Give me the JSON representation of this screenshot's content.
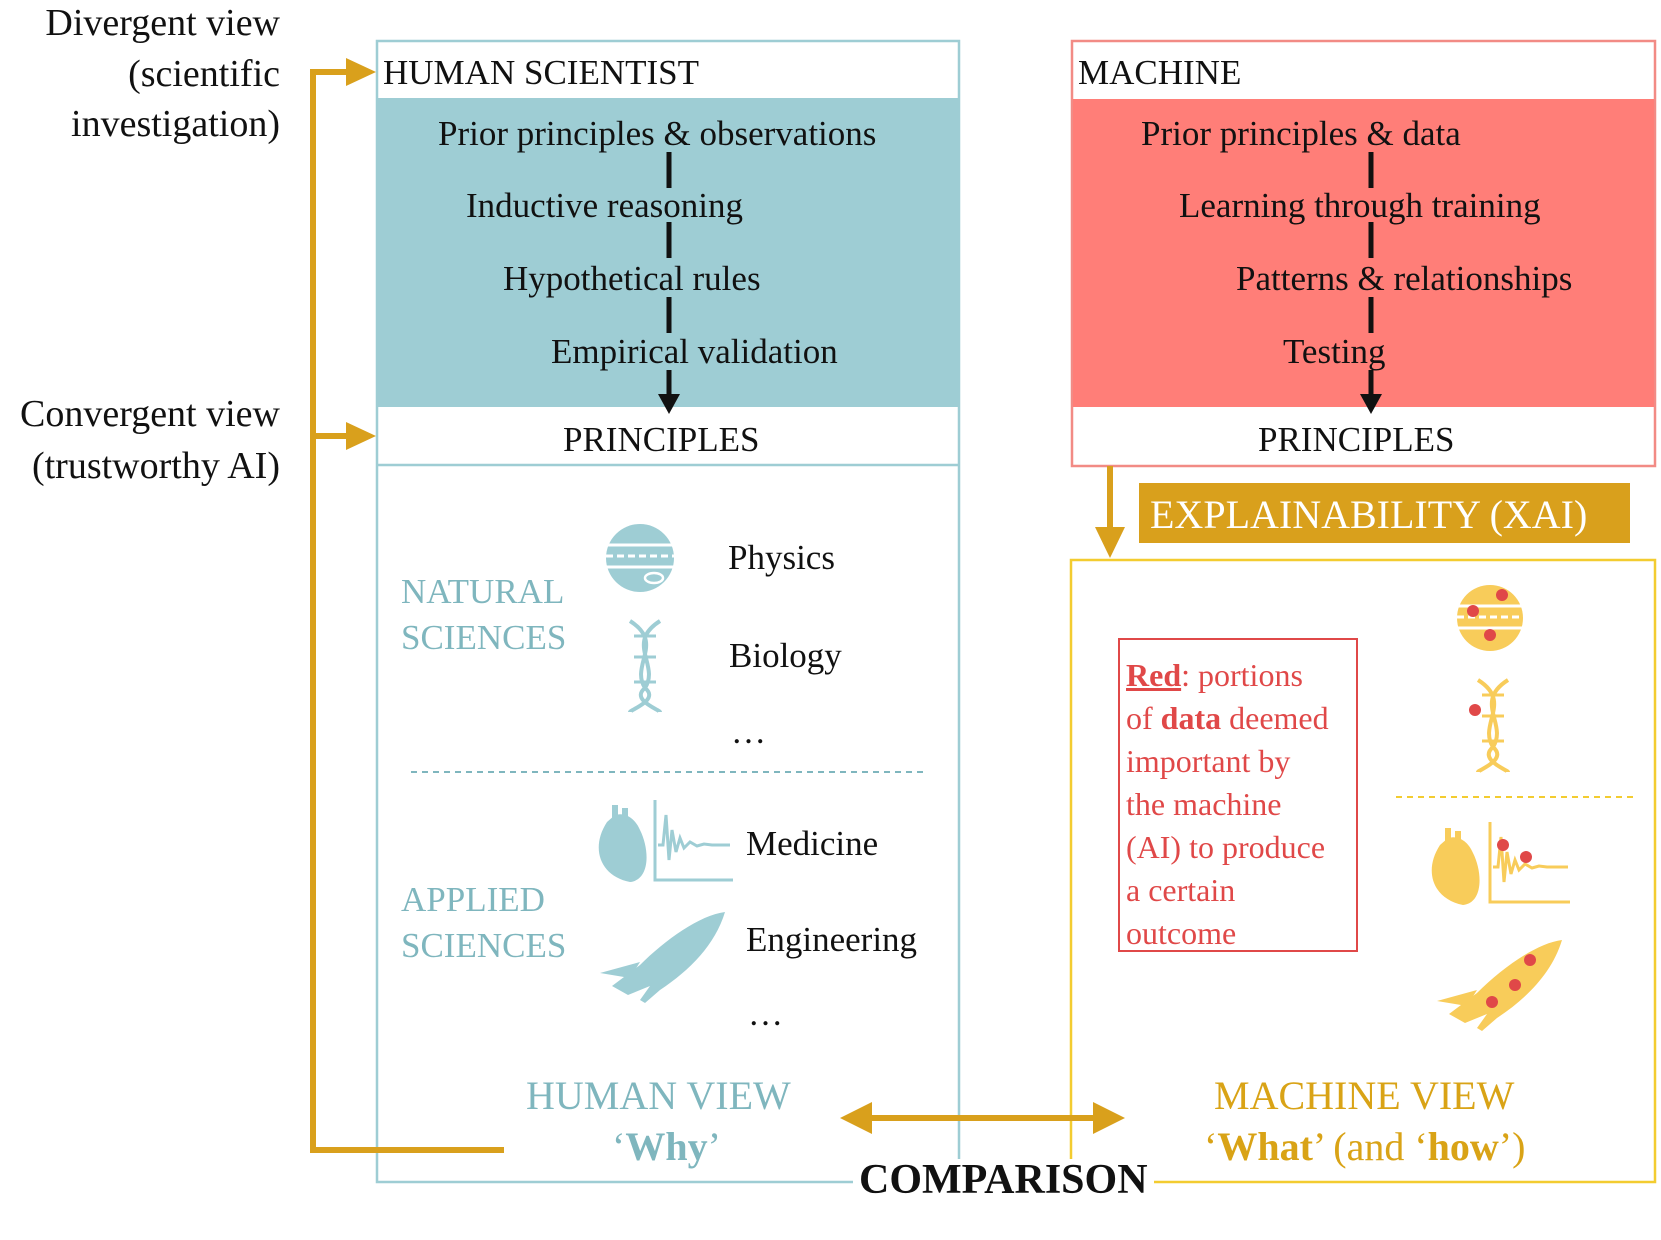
{
  "left_labels": {
    "divergent": [
      "Divergent view",
      "(scientific",
      "investigation)"
    ],
    "convergent": [
      "Convergent view",
      "(trustworthy AI)"
    ]
  },
  "human": {
    "title": "HUMAN SCIENTIST",
    "steps": [
      "Prior principles & observations",
      "Inductive reasoning",
      "Hypothetical rules",
      "Empirical validation"
    ],
    "principles": "PRINCIPLES",
    "natural_sciences": [
      "NATURAL",
      "SCIENCES"
    ],
    "applied_sciences": [
      "APPLIED",
      "SCIENCES"
    ],
    "subjects": [
      "Physics",
      "Biology",
      "…",
      "Medicine",
      "Engineering",
      "…"
    ],
    "view_title": "HUMAN VIEW",
    "view_open_quote": "‘",
    "view_word": "Why",
    "view_close_quote": "’"
  },
  "machine": {
    "title": "MACHINE",
    "steps": [
      "Prior principles & data",
      "Learning through training",
      "Patterns & relationships",
      "Testing"
    ],
    "principles": "PRINCIPLES",
    "xai_label": "EXPLAINABILITY (XAI)",
    "note": {
      "red_word": "Red",
      "after_red": ": portions",
      "line2_pre": "of ",
      "data_word": "data",
      "line2_post": " deemed",
      "rest": [
        "important by",
        "the machine",
        "(AI) to produce",
        "a certain",
        "outcome"
      ]
    },
    "view_title": "MACHINE VIEW",
    "view_q1": "‘",
    "view_what": "What",
    "view_q2": "’ (and ‘",
    "view_how": "how",
    "view_q3": "’)"
  },
  "comparison": "COMPARISON",
  "colors": {
    "teal": "#9ecdd4",
    "teal_text": "#7fb6be",
    "salmon": "#ff7e78",
    "salmon_border": "#f28b85",
    "gold": "#d9a01c",
    "yellow_border": "#f3cc30",
    "red": "#e04848",
    "icon_yellow": "#f8cc5a"
  }
}
